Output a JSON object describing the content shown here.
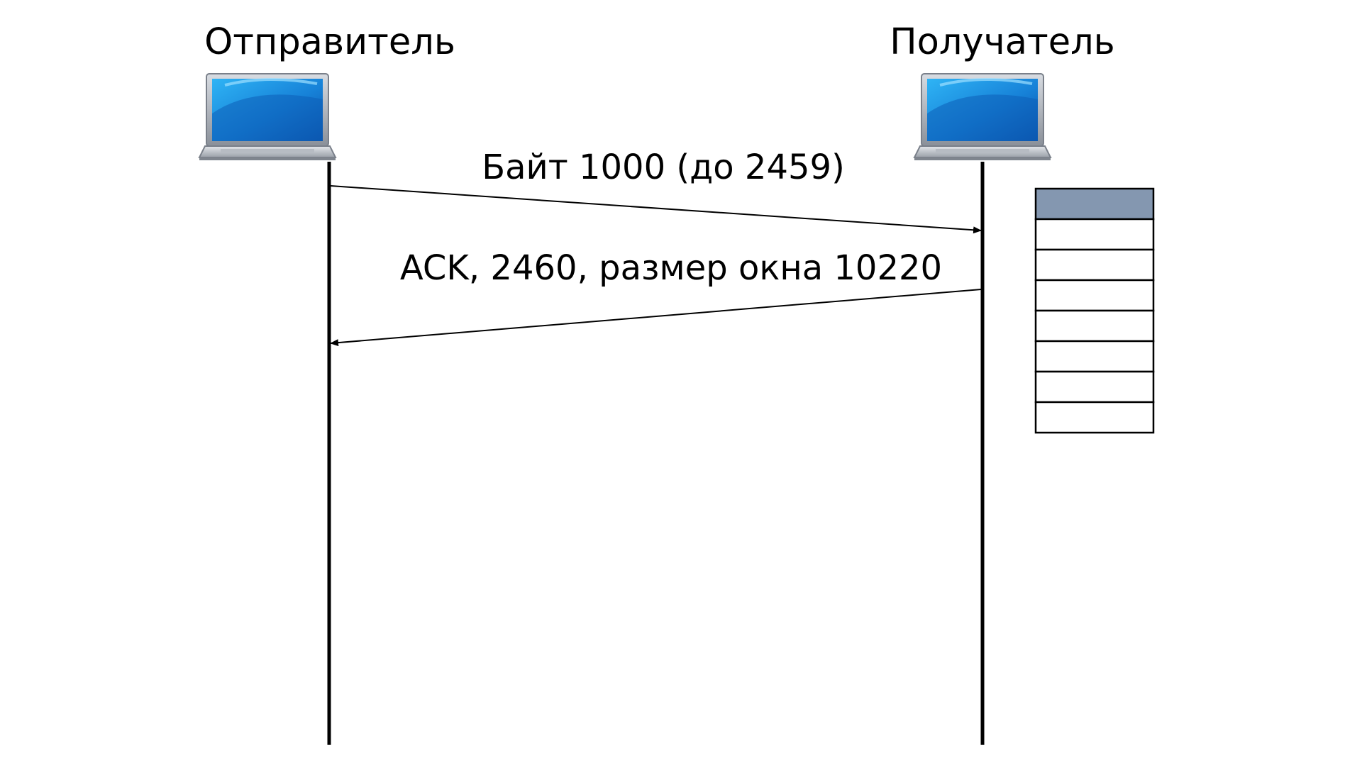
{
  "hosts": {
    "sender": {
      "label": "Отправитель",
      "icon": "laptop-icon"
    },
    "receiver": {
      "label": "Получатель",
      "icon": "laptop-icon"
    }
  },
  "messages": [
    {
      "label": "Байт 1000 (до 2459)",
      "from": "sender",
      "to": "receiver"
    },
    {
      "label": "ACK, 2460, размер окна 10220",
      "from": "receiver",
      "to": "sender"
    }
  ],
  "buffer": {
    "slots_total": 8,
    "slots_filled": 1
  },
  "colors": {
    "line": "#000000",
    "buffer_filled": "#8497b0",
    "buffer_empty": "#ffffff",
    "screen_blue": "#1e90e0"
  }
}
